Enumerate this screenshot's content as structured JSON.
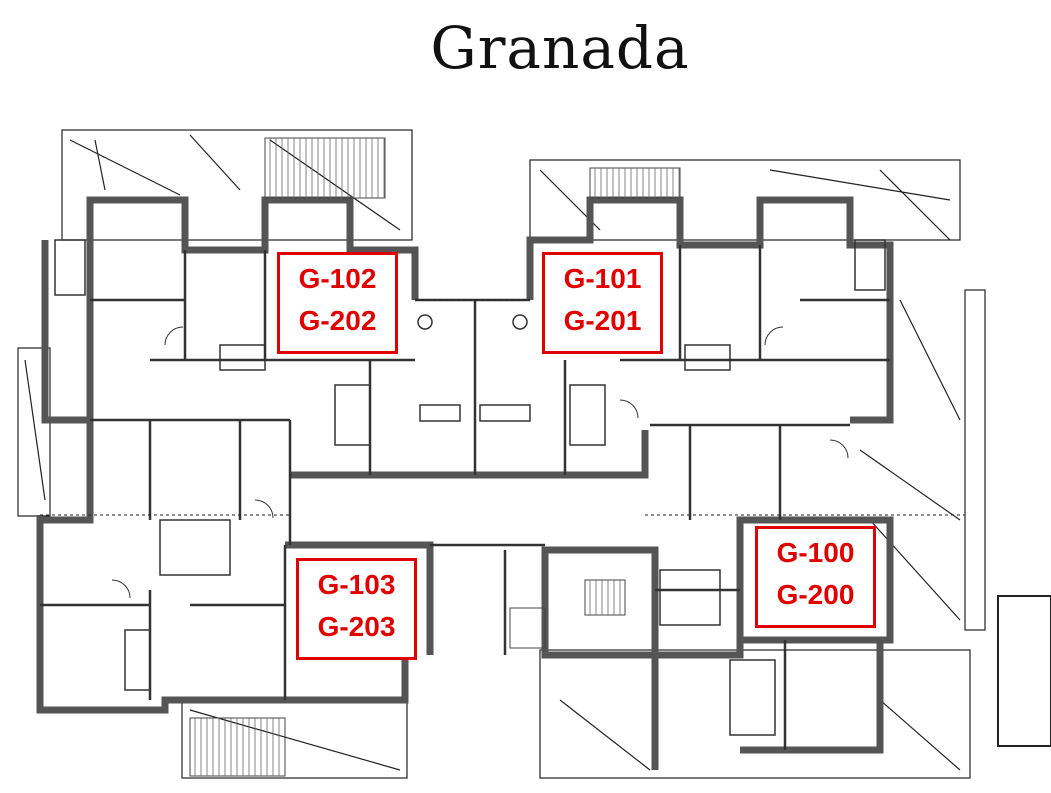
{
  "title": "Granada",
  "units": [
    {
      "top": "G-102",
      "bottom": "G-202"
    },
    {
      "top": "G-101",
      "bottom": "G-201"
    },
    {
      "top": "G-103",
      "bottom": "G-203"
    },
    {
      "top": "G-100",
      "bottom": "G-200"
    }
  ],
  "colors": {
    "label": "#e00000",
    "wall": "#555555",
    "line": "#222222"
  }
}
